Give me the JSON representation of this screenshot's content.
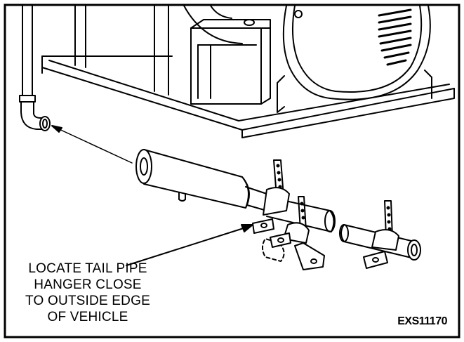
{
  "callout": {
    "lines": [
      "LOCATE TAIL PIPE",
      "HANGER CLOSE",
      "TO OUTSIDE EDGE",
      "OF VEHICLE"
    ]
  },
  "figure_id": "EXS11170"
}
